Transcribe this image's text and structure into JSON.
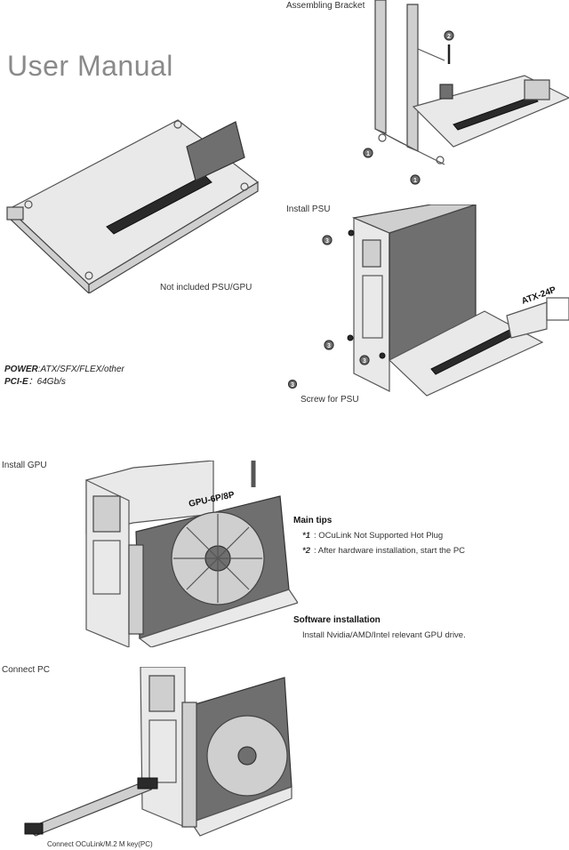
{
  "doc_title": "User Manual",
  "labels": {
    "not_included": "Not included PSU/GPU",
    "assembling": "Assembling Bracket",
    "install_psu": "Install PSU",
    "atx": "ATX-24P",
    "screw_for_psu": "Screw for PSU",
    "install_gpu": "Install GPU",
    "gpu_power": "GPU-6P/8P",
    "connect_pc": "Connect PC",
    "connect_caption": "Connect OCuLink/M.2 M key(PC)"
  },
  "specs": {
    "power_label": "POWER",
    "power_value": ":ATX/SFX/FLEX/other",
    "pcie_label": "PCI-E",
    "pcie_value": "：64Gb/s"
  },
  "steps": {
    "one": "1",
    "two": "2",
    "three": "3"
  },
  "tips": {
    "main_title": "Main tips",
    "tip1_num": "*1",
    "tip1_text": ":  OCuLink Not Supported Hot Plug",
    "tip2_num": "*2",
    "tip2_text": ":  After hardware installation, start the PC",
    "software_title": "Software installation",
    "software_text": "Install Nvidia/AMD/Intel relevant GPU drive."
  }
}
